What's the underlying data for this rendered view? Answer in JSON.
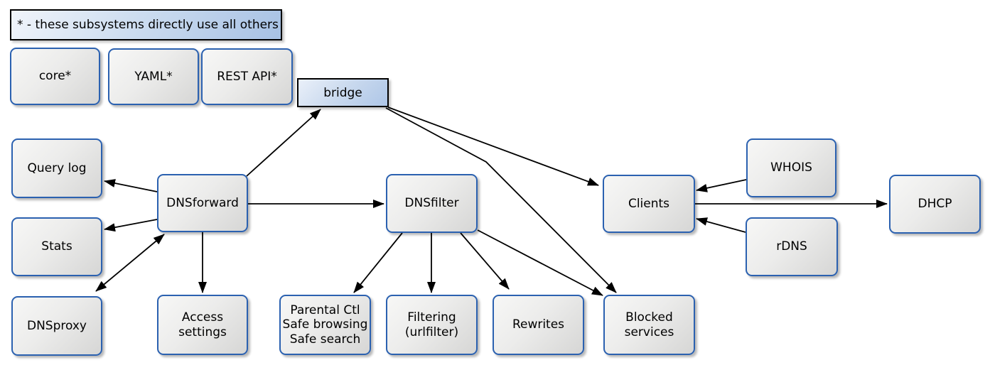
{
  "legend": {
    "label": "* - these subsystems directly use all others"
  },
  "nodes": {
    "core": {
      "label": "core*"
    },
    "yaml": {
      "label": "YAML*"
    },
    "rest_api": {
      "label": "REST API*"
    },
    "bridge": {
      "label": "bridge"
    },
    "query_log": {
      "label": "Query log"
    },
    "stats": {
      "label": "Stats"
    },
    "dnsproxy": {
      "label": "DNSproxy"
    },
    "dnsforward": {
      "label": "DNSforward"
    },
    "access_settings": {
      "label": "Access\nsettings"
    },
    "dnsfilter": {
      "label": "DNSfilter"
    },
    "parental": {
      "label": "Parental Ctl\nSafe browsing\nSafe search"
    },
    "filtering": {
      "label": "Filtering\n(urlfilter)"
    },
    "rewrites": {
      "label": "Rewrites"
    },
    "blocked_services": {
      "label": "Blocked\nservices"
    },
    "clients": {
      "label": "Clients"
    },
    "whois": {
      "label": "WHOIS"
    },
    "rdns": {
      "label": "rDNS"
    },
    "dhcp": {
      "label": "DHCP"
    }
  },
  "edges": [
    {
      "from": "DNSforward",
      "to": "bridge",
      "bidirectional": false
    },
    {
      "from": "bridge",
      "to": "Clients",
      "bidirectional": false
    },
    {
      "from": "bridge",
      "to": "Blocked services",
      "bidirectional": false
    },
    {
      "from": "DNSforward",
      "to": "Query log",
      "bidirectional": false
    },
    {
      "from": "DNSforward",
      "to": "Stats",
      "bidirectional": false
    },
    {
      "from": "DNSforward",
      "to": "DNSproxy",
      "bidirectional": true
    },
    {
      "from": "DNSforward",
      "to": "Access settings",
      "bidirectional": false
    },
    {
      "from": "DNSforward",
      "to": "DNSfilter",
      "bidirectional": false
    },
    {
      "from": "DNSfilter",
      "to": "Parental Ctl Safe browsing Safe search",
      "bidirectional": false
    },
    {
      "from": "DNSfilter",
      "to": "Filtering (urlfilter)",
      "bidirectional": false
    },
    {
      "from": "DNSfilter",
      "to": "Rewrites",
      "bidirectional": false
    },
    {
      "from": "DNSfilter",
      "to": "Blocked services",
      "bidirectional": false
    },
    {
      "from": "WHOIS",
      "to": "Clients",
      "bidirectional": false
    },
    {
      "from": "rDNS",
      "to": "Clients",
      "bidirectional": false
    },
    {
      "from": "Clients",
      "to": "DHCP",
      "bidirectional": false
    }
  ],
  "colors": {
    "background": "#ffffff",
    "node_border": "#2b61b0",
    "node_fill_top": "#f7f7f6",
    "node_fill_bottom": "#d6d6d5",
    "panel_border": "#000000",
    "panel_fill_top": "#f1f5fb",
    "panel_fill_bottom": "#a7c1e4",
    "arrow": "#000000",
    "text": "#000000"
  }
}
